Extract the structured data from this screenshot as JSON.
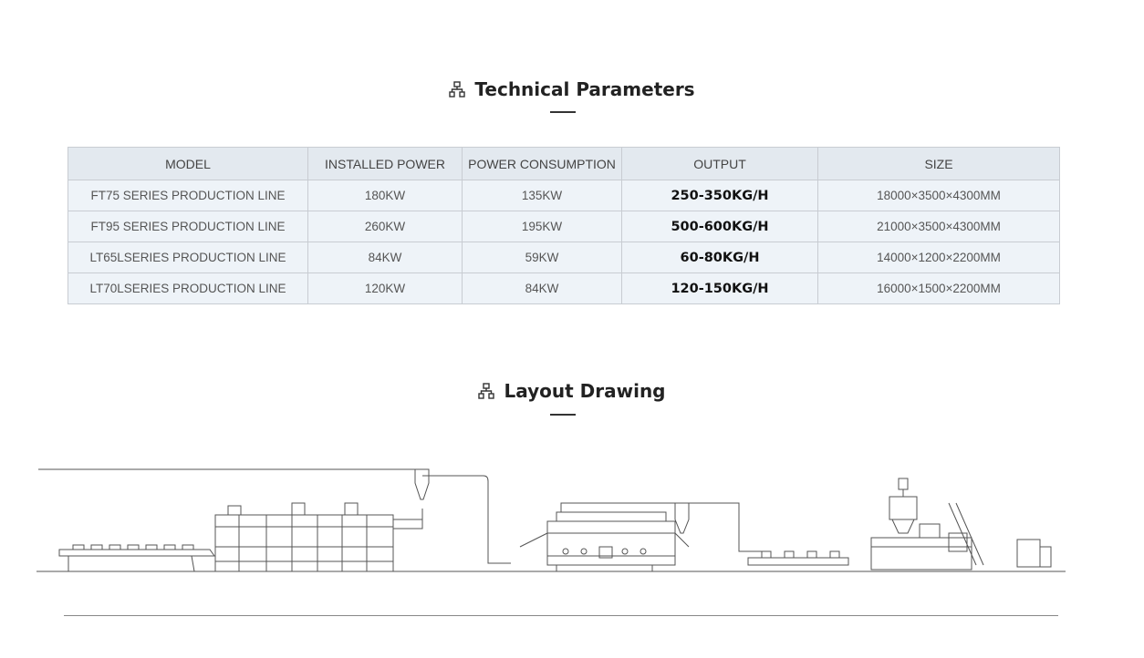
{
  "sections": {
    "technical_parameters": "Technical Parameters",
    "layout_drawing": "Layout Drawing"
  },
  "table": {
    "headers": [
      "MODEL",
      "INSTALLED POWER",
      "POWER CONSUMPTION",
      "OUTPUT",
      "SIZE"
    ],
    "rows": [
      [
        "FT75 SERIES PRODUCTION LINE",
        "180KW",
        "135KW",
        "250-350KG/H",
        "18000×3500×4300MM"
      ],
      [
        "FT95 SERIES PRODUCTION LINE",
        "260KW",
        "195KW",
        "500-600KG/H",
        "21000×3500×4300MM"
      ],
      [
        "LT65LSERIES PRODUCTION LINE",
        "84KW",
        "59KW",
        "60-80KG/H",
        "14000×1200×2200MM"
      ],
      [
        "LT70LSERIES PRODUCTION LINE",
        "120KW",
        "84KW",
        "120-150KG/H",
        "16000×1500×2200MM"
      ]
    ]
  },
  "icons": {
    "section_icon": "sitemap-icon"
  },
  "colors": {
    "header_bg": "#e3e9ef",
    "row_bg": "#eef3f8",
    "border": "#c8ccd2"
  }
}
